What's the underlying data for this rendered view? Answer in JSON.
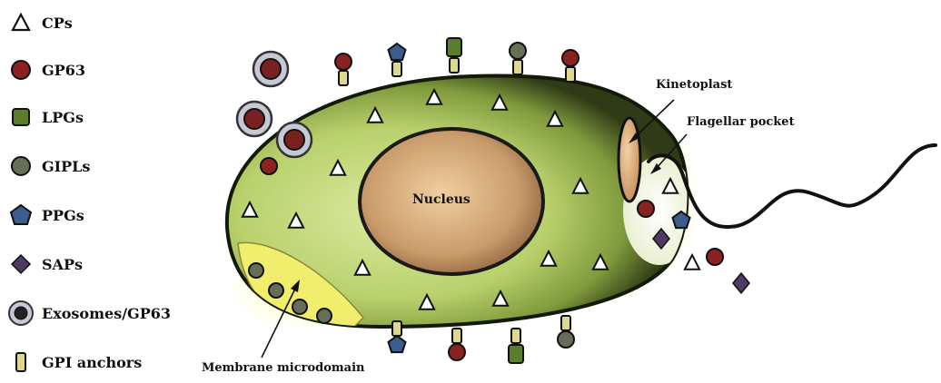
{
  "legend": {
    "items": [
      {
        "label": "CPs",
        "icon": "triangle-icon"
      },
      {
        "label": "GP63",
        "icon": "red-circle-icon"
      },
      {
        "label": "LPGs",
        "icon": "green-square-icon"
      },
      {
        "label": "GIPLs",
        "icon": "gray-circle-icon"
      },
      {
        "label": "PPGs",
        "icon": "blue-pentagon-icon"
      },
      {
        "label": "SAPs",
        "icon": "purple-diamond-icon"
      },
      {
        "label": "Exosomes/GP63",
        "icon": "exosome-icon"
      },
      {
        "label": "GPI anchors",
        "icon": "gpi-anchor-icon"
      }
    ]
  },
  "labels": {
    "nucleus": "Nucleus",
    "kinetoplast": "Kinetoplast",
    "flagellar_pocket": "Flagellar pocket",
    "membrane_microdomain": "Membrane microdomain"
  },
  "colors": {
    "cell_body": "#b7cf6f",
    "cell_light": "#dfeaa7",
    "nucleus": "#c9a070",
    "gp63": "#8b2222",
    "lpg": "#5a7e2b",
    "gipl": "#666e58",
    "ppg": "#3a5d8c",
    "sap": "#4e3a63",
    "gpi_anchor": "#dcd890",
    "microdomain": "#f3ef70"
  }
}
